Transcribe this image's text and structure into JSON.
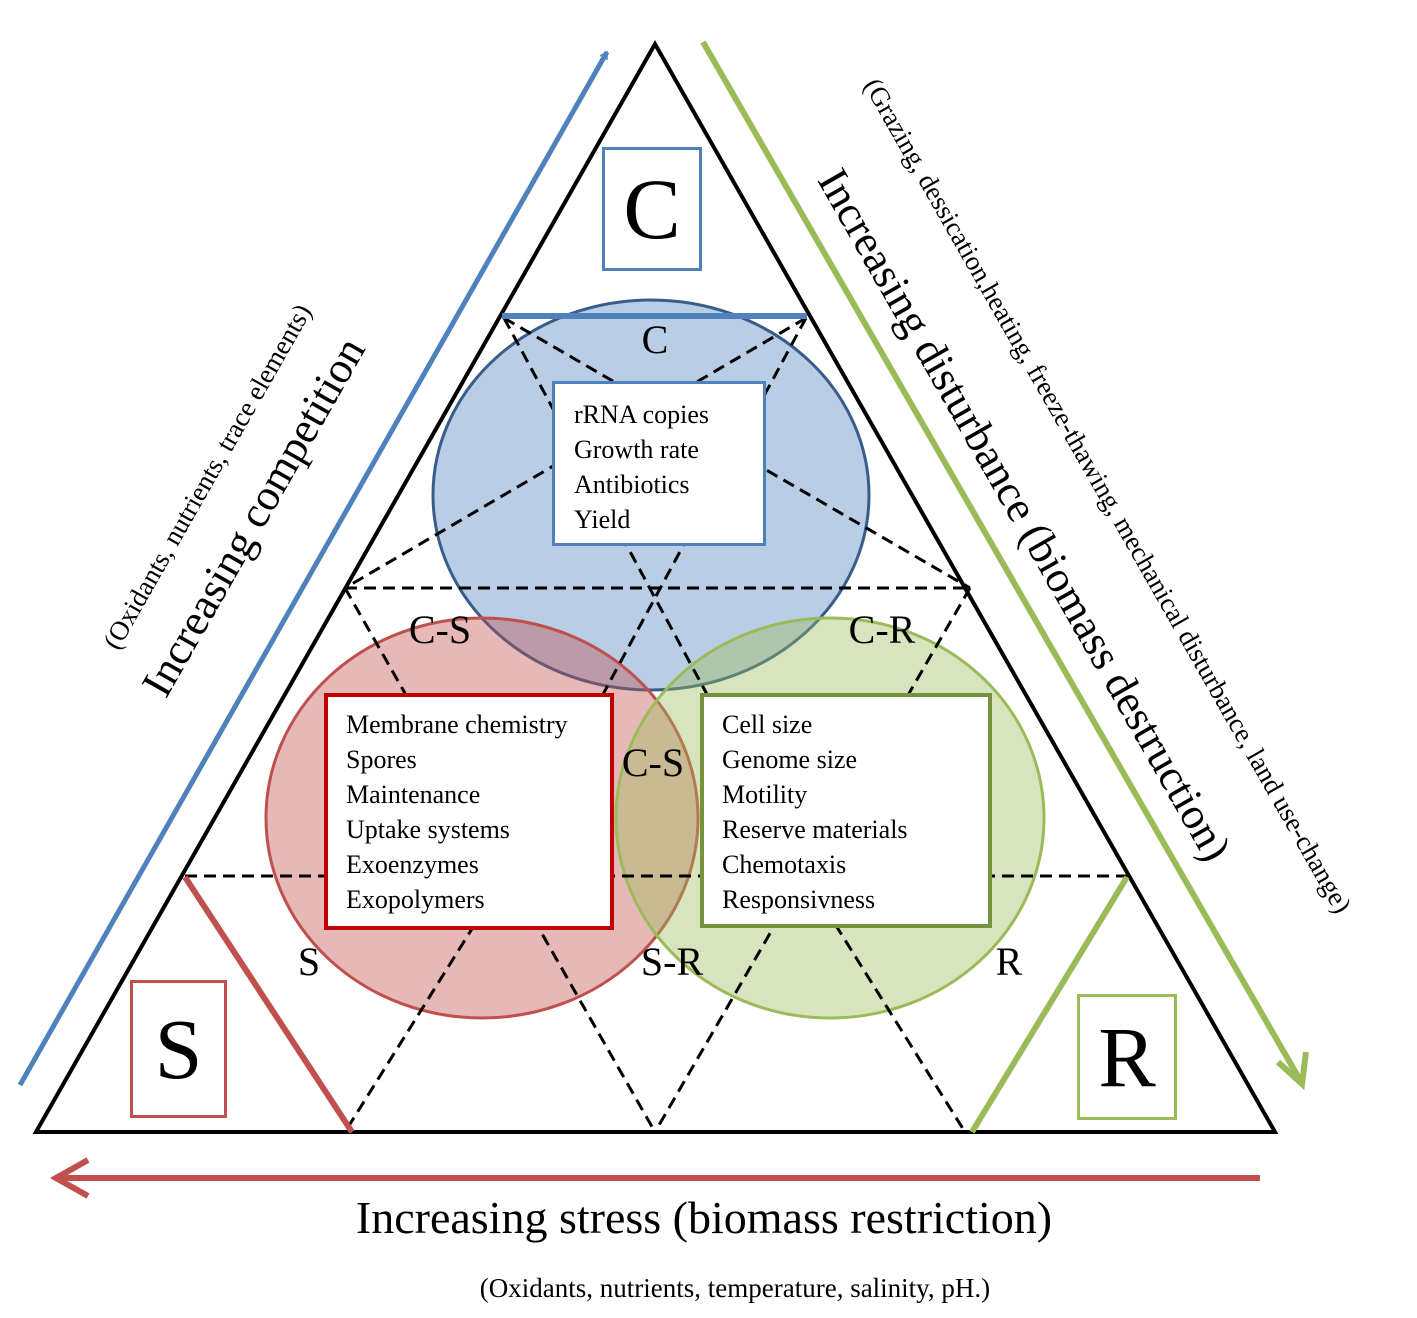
{
  "corners": {
    "c": {
      "letter": "C",
      "color": "#4f81bd"
    },
    "s": {
      "letter": "S",
      "color": "#c0504d"
    },
    "r": {
      "letter": "R",
      "color": "#9bbb59"
    }
  },
  "region_labels": {
    "c": "C",
    "cs": "C-S",
    "cr": "C-R",
    "cs_center": "C-S",
    "s": "S",
    "sr": "S-R",
    "r": "R"
  },
  "trait_boxes": {
    "c": {
      "items": [
        "rRNA copies",
        "Growth rate",
        "Antibiotics",
        "Yield"
      ],
      "border": "#4f81bd"
    },
    "s": {
      "items": [
        "Membrane chemistry",
        "Spores",
        "Maintenance",
        "Uptake systems",
        "Exoenzymes",
        "Exopolymers"
      ],
      "border": "#c00000"
    },
    "r": {
      "items": [
        "Cell size",
        "Genome size",
        "Motility",
        "Reserve materials",
        "Chemotaxis",
        "Responsivness"
      ],
      "border": "#76923c"
    }
  },
  "axes": {
    "competition": {
      "title": "Increasing competition",
      "subtitle": "(Oxidants, nutrients, trace elements)",
      "color": "#4f81bd"
    },
    "disturbance": {
      "title": "Increasing disturbance (biomass destruction)",
      "subtitle": "(Grazing, dessication,heating, freeze-thawing, mechanical disturbance, land use-change)",
      "color": "#9bbb59"
    },
    "stress": {
      "title": "Increasing stress (biomass restriction)",
      "subtitle": "(Oxidants, nutrients, temperature, salinity, pH.)",
      "color": "#c0504d"
    }
  },
  "circles": {
    "c_fill": "#4f81bd",
    "s_fill": "#c0504d",
    "r_fill": "#9bbb59"
  }
}
